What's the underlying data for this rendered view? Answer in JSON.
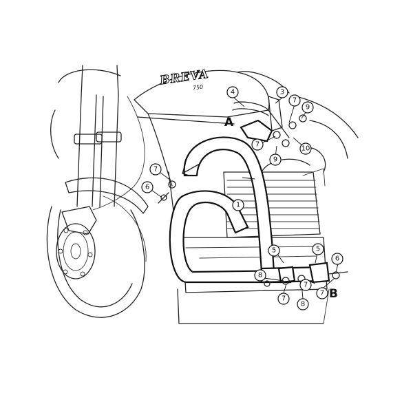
{
  "diagram": {
    "brand_text": "BREVA",
    "brand_model": "750",
    "point_labels": {
      "a": "A",
      "b": "B"
    },
    "callouts": {
      "c1": "1",
      "c2": "3",
      "c3": "4",
      "c4": "7",
      "c5": "9",
      "c6": "7",
      "c7": "10",
      "c8": "9",
      "c9": "7",
      "c10": "6",
      "c11": "5",
      "c12": "5",
      "c13": "6",
      "c14": "8",
      "c15": "7",
      "c16": "8",
      "c17": "7",
      "c18": "7"
    }
  }
}
